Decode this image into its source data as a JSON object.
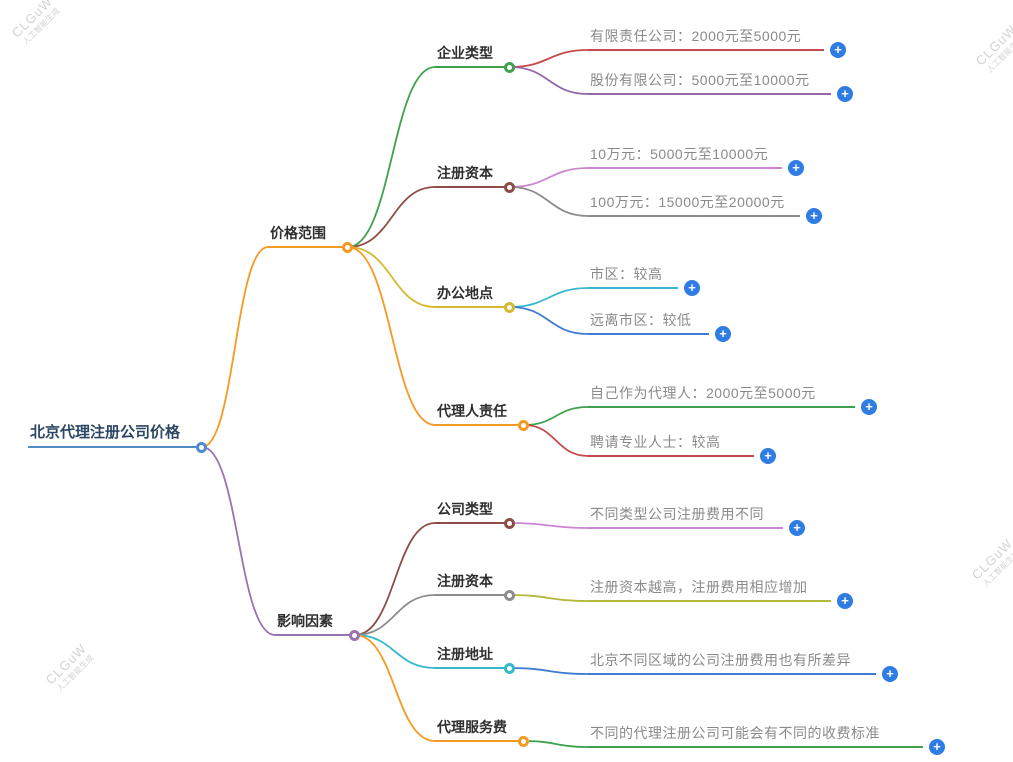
{
  "root": {
    "label": "北京代理注册公司价格",
    "color": "#4e8cc9"
  },
  "branches": [
    {
      "label": "价格范围",
      "color": "#f59a23",
      "children": [
        {
          "label": "企业类型",
          "color": "#3fa14e",
          "children": [
            {
              "label": "有限责任公司：2000元至5000元",
              "color": "#c5484b"
            },
            {
              "label": "股份有限公司：5000元至10000元",
              "color": "#9467a8"
            }
          ]
        },
        {
          "label": "注册资本",
          "color": "#8d4d46",
          "children": [
            {
              "label": "10万元：5000元至10000元",
              "color": "#cb85d2"
            },
            {
              "label": "100万元：15000元至20000元",
              "color": "#8c8c8c"
            }
          ]
        },
        {
          "label": "办公地点",
          "color": "#d4b92e",
          "children": [
            {
              "label": "市区：较高",
              "color": "#35b8cc"
            },
            {
              "label": "远离市区：较低",
              "color": "#3f7ad4"
            }
          ]
        },
        {
          "label": "代理人责任",
          "color": "#f59a23",
          "children": [
            {
              "label": "自己作为代理人：2000元至5000元",
              "color": "#3fa14e"
            },
            {
              "label": "聘请专业人士：较高",
              "color": "#c5484b"
            }
          ]
        }
      ]
    },
    {
      "label": "影响因素",
      "color": "#9b72b0",
      "children": [
        {
          "label": "公司类型",
          "color": "#8d4d46",
          "children": [
            {
              "label": "不同类型公司注册费用不同",
              "color": "#cb85d2"
            }
          ]
        },
        {
          "label": "注册资本",
          "color": "#8c8c8c",
          "children": [
            {
              "label": "注册资本越高，注册费用相应增加",
              "color": "#b5b83a"
            }
          ]
        },
        {
          "label": "注册地址",
          "color": "#35b8cc",
          "children": [
            {
              "label": "北京不同区域的公司注册费用也有所差异",
              "color": "#3f7ad4"
            }
          ]
        },
        {
          "label": "代理服务费",
          "color": "#f59a23",
          "children": [
            {
              "label": "不同的代理注册公司可能会有不同的收费标准",
              "color": "#3fa14e"
            }
          ]
        }
      ]
    }
  ],
  "expand_button": {
    "icon": "+",
    "color": "#2e7ce4"
  },
  "watermark": {
    "line1": "CLGuW",
    "line2": "人工智能生成"
  }
}
